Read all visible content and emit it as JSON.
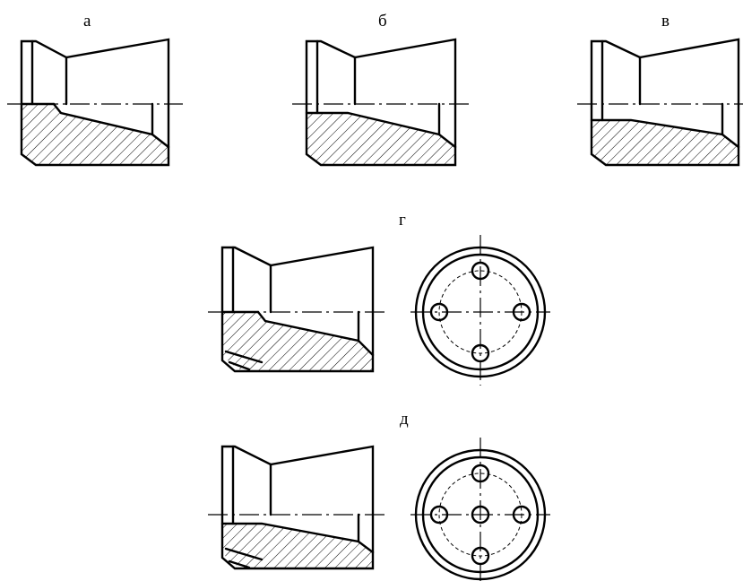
{
  "variants": [
    {
      "id": "a",
      "label": "а"
    },
    {
      "id": "b",
      "label": "б"
    },
    {
      "id": "v",
      "label": "в"
    },
    {
      "id": "g",
      "label": "г"
    },
    {
      "id": "d",
      "label": "д"
    }
  ],
  "colors": {
    "line": "#000000",
    "background": "#ffffff"
  }
}
